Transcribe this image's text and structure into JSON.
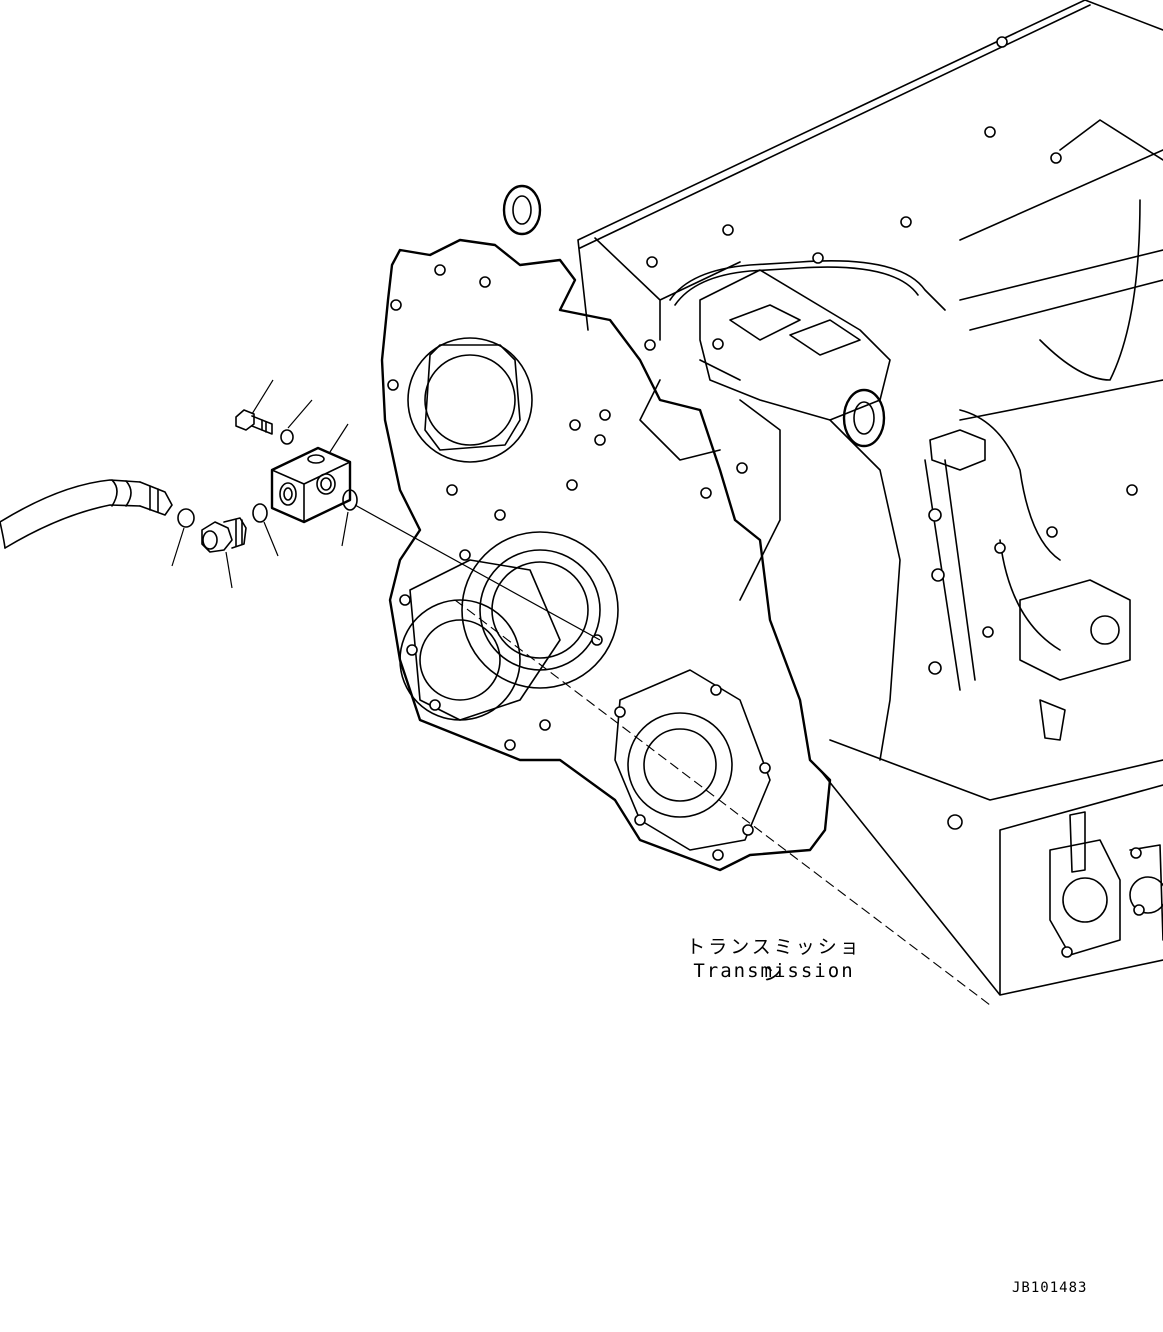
{
  "diagram": {
    "assembly_label_jp": "トランスミッション",
    "assembly_label_en": "Transmission",
    "drawing_id": "JB101483"
  },
  "parts": [
    {
      "icon": "bolt-icon"
    },
    {
      "icon": "washer-icon"
    },
    {
      "icon": "block-fitting-icon"
    },
    {
      "icon": "o-ring-icon"
    },
    {
      "icon": "elbow-fitting-icon"
    },
    {
      "icon": "o-ring-icon"
    },
    {
      "icon": "o-ring-icon"
    },
    {
      "icon": "hose-icon"
    }
  ]
}
